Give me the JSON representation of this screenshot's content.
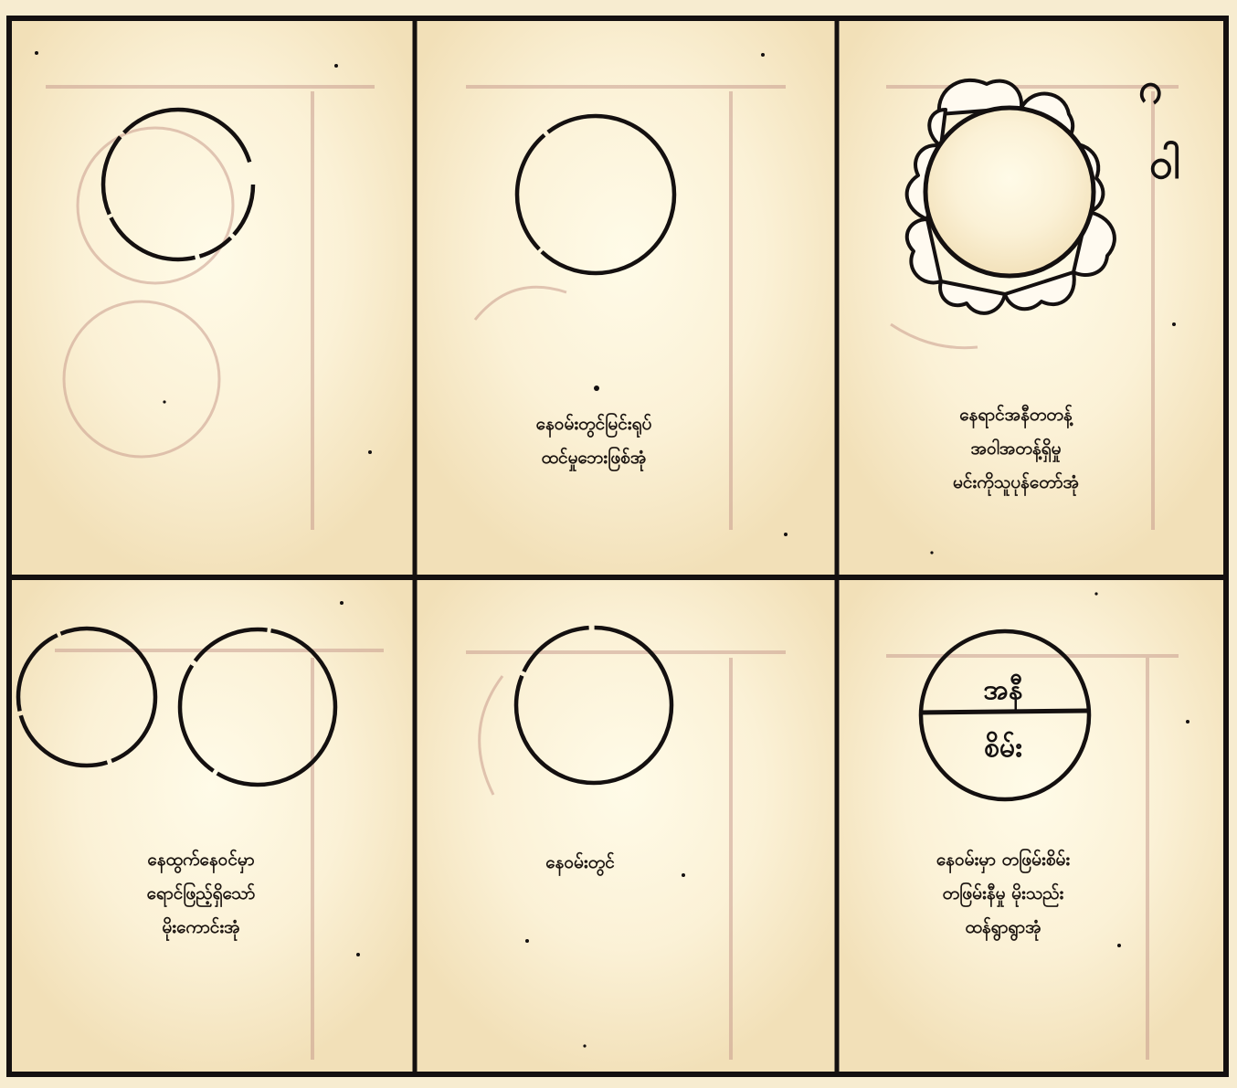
{
  "panels": [
    {
      "id": "p1",
      "caption_lines": []
    },
    {
      "id": "p2",
      "caption_lines": [
        "နေဝမ်းတွင်မြင်းရုပ်",
        "ထင်မှုဘေးဖြစ်အုံ"
      ]
    },
    {
      "id": "p3",
      "caption_lines": [
        "နေရာင်အနီတတန့်",
        "အဝါအတန့်ရှိမှု",
        "မင်းကိုသူပုန်တော်အုံ"
      ],
      "side_glyphs": [
        "ဂ",
        "ဝါ"
      ]
    },
    {
      "id": "p4",
      "caption_lines": [
        "နေထွက်နေဝင်မှာ",
        "ရောင်ဖြည့်ရှိသော်",
        "မိုးကောင်းအုံ"
      ]
    },
    {
      "id": "p5",
      "caption_lines": [
        "နေဝမ်းတွင်"
      ]
    },
    {
      "id": "p6",
      "caption_lines": [
        "နေဝမ်းမှာ တဖြမ်းစိမ်း",
        "တဖြမ်းနီမှု မိုးသည်း",
        "ထန်ရွာရွာအုံ"
      ],
      "circle_labels": [
        "အနီ",
        "စိမ်း"
      ]
    }
  ],
  "colors": {
    "paper": "#f7ecd0",
    "ink": "#141010",
    "ghost": "#c89a8c"
  }
}
